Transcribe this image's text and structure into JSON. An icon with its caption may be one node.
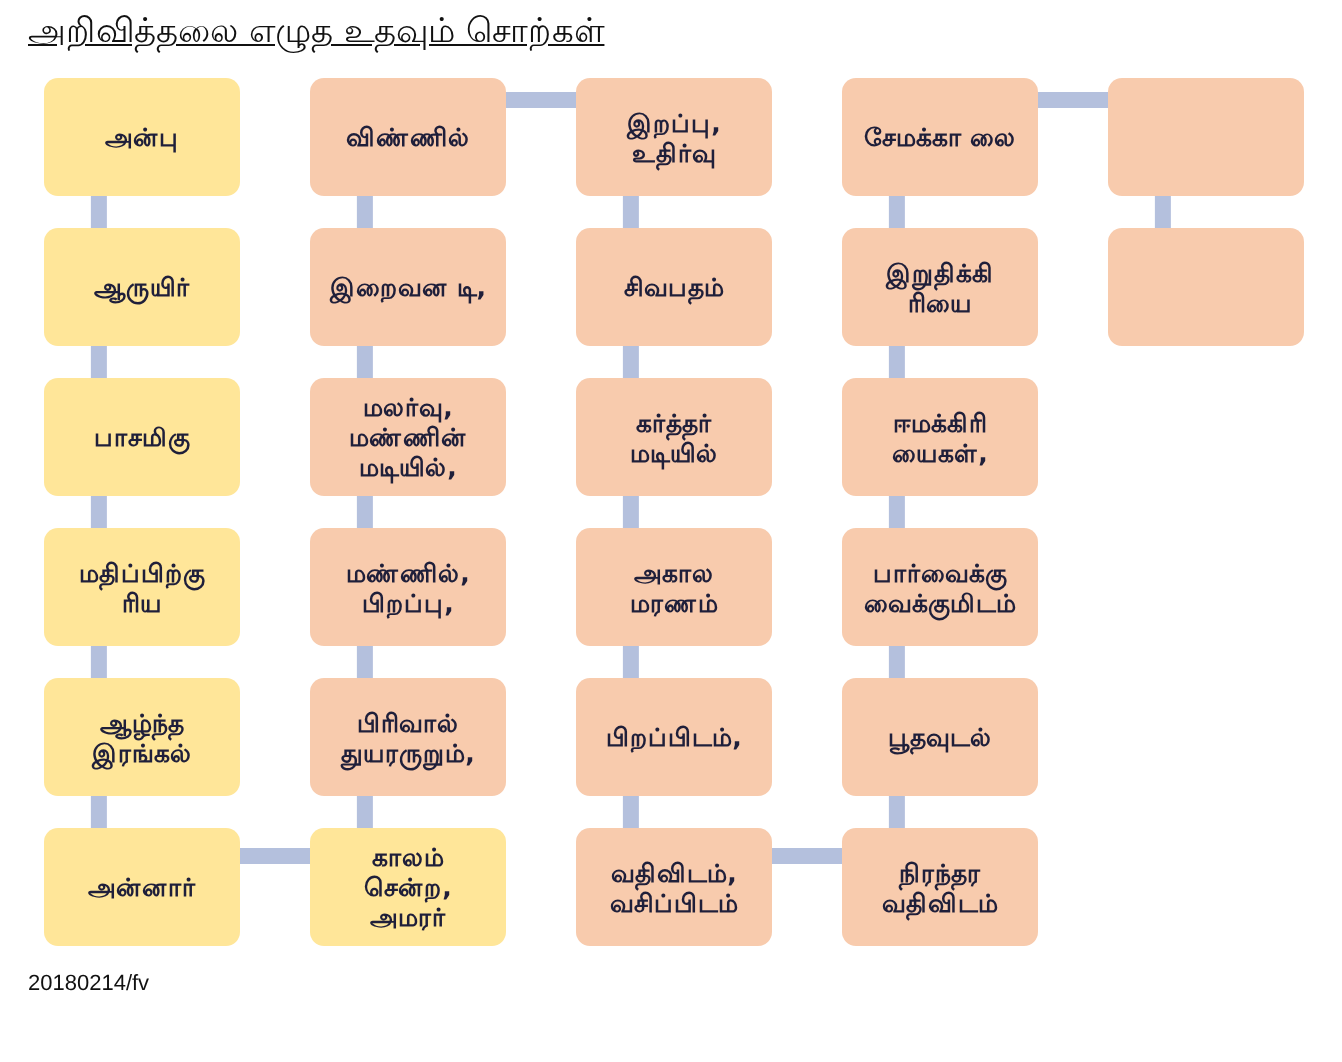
{
  "diagram": {
    "title": "அறிவித்தலை எழுத உதவும்  சொற்கள்",
    "nodes": [
      {
        "text": [
          "அன்பு"
        ]
      },
      {
        "text": [
          "ஆருயிர்"
        ]
      },
      {
        "text": [
          "பாசமிகு"
        ]
      },
      {
        "text": [
          "மதிப்பிற்கு ரிய"
        ]
      },
      {
        "text": [
          "ஆழ்ந்த இரங்கல்"
        ]
      },
      {
        "text": [
          "அன்னார்"
        ]
      },
      {
        "text": [
          "காலம் சென்ற, அமரர்"
        ]
      },
      {
        "text": [
          "பிரிவால் துயரருறும்,"
        ]
      },
      {
        "text": [
          "மண்ணில், பிறப்பு,"
        ]
      },
      {
        "text": [
          "மலர்வு, மண்ணின் மடியில்,"
        ]
      },
      {
        "text": [
          "இறைவன டி,"
        ]
      },
      {
        "text": [
          "விண்ணில்"
        ]
      },
      {
        "text": [
          "இறப்பு, உதிர்வு"
        ]
      },
      {
        "text": [
          "சிவபதம்"
        ]
      },
      {
        "text": [
          "கர்த்தர் மடியில்"
        ]
      },
      {
        "text": [
          "அகால மரணம்"
        ]
      },
      {
        "text": [
          "பிறப்பிடம்,"
        ]
      },
      {
        "text": [
          "வதிவிடம், வசிப்பிடம்"
        ]
      },
      {
        "text": [
          "நிரந்தர வதிவிடம்"
        ]
      },
      {
        "text": [
          "பூதவுடல்"
        ]
      },
      {
        "text": [
          "பார்வைக்கு வைக்குமிடம்"
        ]
      },
      {
        "text": [
          "ஈமக்கிரி யைகள்,"
        ]
      },
      {
        "text": [
          "இறுதிக்கி ரியை"
        ]
      },
      {
        "text": [
          "சேமக்கா லை"
        ]
      },
      {
        "text": [],
        "shape": "box"
      },
      {
        "text": [],
        "shape": "box"
      }
    ],
    "edges": [
      {
        "from": 0,
        "to": 1,
        "arrow": "none"
      },
      {
        "from": 1,
        "to": 2,
        "arrow": "none"
      },
      {
        "from": 2,
        "to": 3,
        "arrow": "none"
      },
      {
        "from": 3,
        "to": 4,
        "arrow": "none"
      },
      {
        "from": 4,
        "to": 5,
        "arrow": "none"
      },
      {
        "from": 5,
        "to": 6,
        "arrow": "none"
      },
      {
        "from": 6,
        "to": 7,
        "arrow": "none"
      },
      {
        "from": 7,
        "to": 8,
        "arrow": "none"
      },
      {
        "from": 8,
        "to": 9,
        "arrow": "none"
      },
      {
        "from": 9,
        "to": 10,
        "arrow": "none"
      },
      {
        "from": 10,
        "to": 11,
        "arrow": "none"
      },
      {
        "from": 11,
        "to": 12,
        "arrow": "none"
      },
      {
        "from": 12,
        "to": 13,
        "arrow": "none"
      },
      {
        "from": 13,
        "to": 14,
        "arrow": "none"
      },
      {
        "from": 14,
        "to": 15,
        "arrow": "none"
      },
      {
        "from": 15,
        "to": 16,
        "arrow": "none"
      },
      {
        "from": 16,
        "to": 17,
        "arrow": "none"
      },
      {
        "from": 17,
        "to": 18,
        "arrow": "none"
      },
      {
        "from": 18,
        "to": 19,
        "arrow": "none"
      },
      {
        "from": 19,
        "to": 20,
        "arrow": "none"
      },
      {
        "from": 20,
        "to": 21,
        "arrow": "none"
      },
      {
        "from": 21,
        "to": 22,
        "arrow": "none"
      },
      {
        "from": 22,
        "to": 23,
        "arrow": "none"
      },
      {
        "from": 23,
        "to": 24,
        "arrow": "none"
      },
      {
        "from": 24,
        "to": 25,
        "arrow": "none"
      }
    ],
    "labels": [
      "20180214/fv"
    ]
  }
}
